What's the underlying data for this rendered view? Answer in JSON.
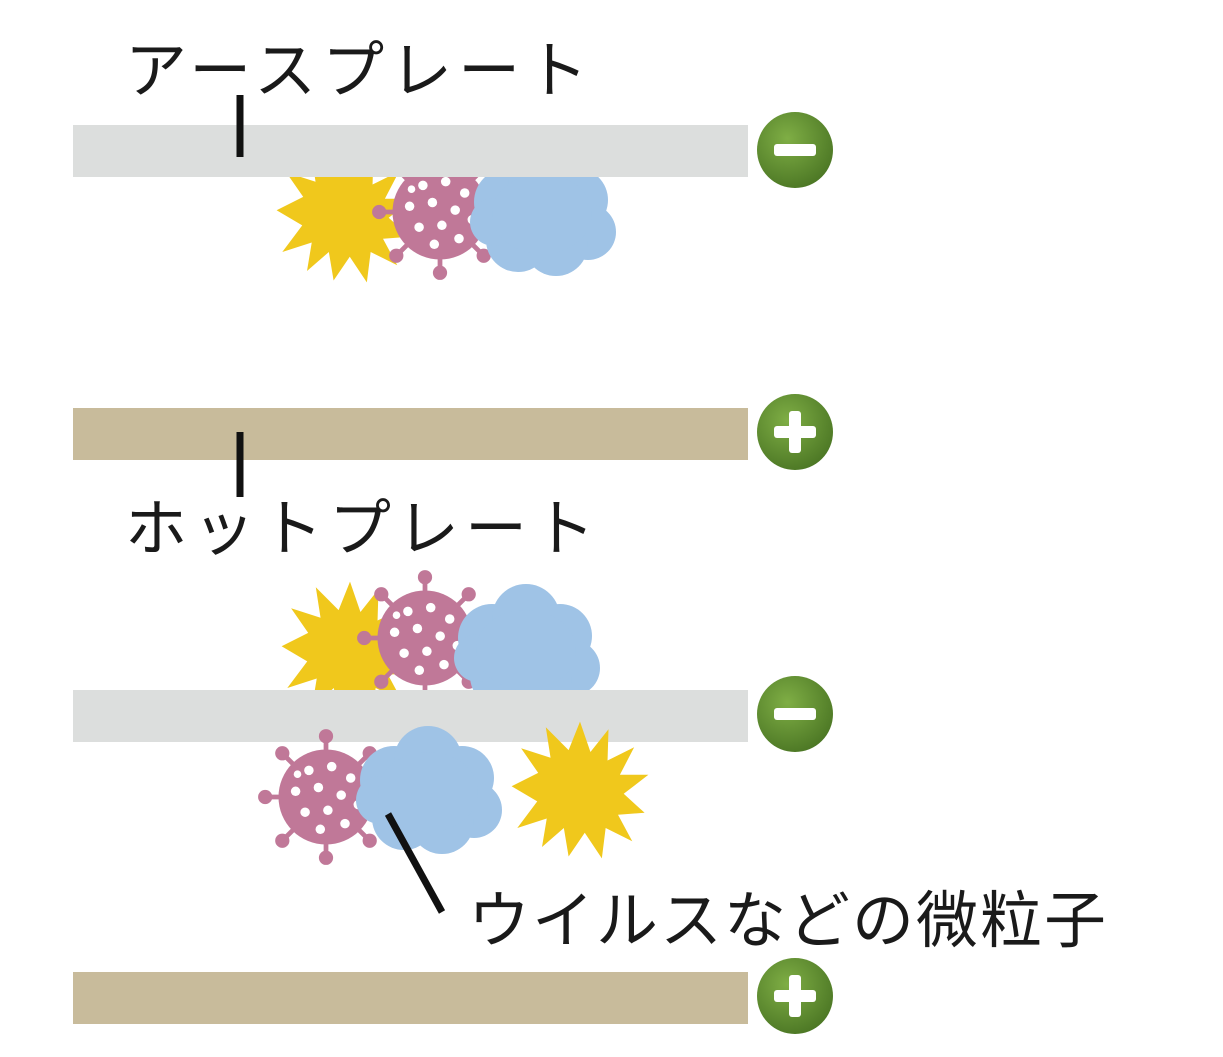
{
  "labels": {
    "earth_plate": "アースプレート",
    "hot_plate": "ホットプレート",
    "particles": "ウイルスなどの微粒子"
  },
  "terminals": {
    "minus": "−",
    "plus": "+"
  },
  "colors": {
    "earth_plate": "#dcdedd",
    "hot_plate": "#c8bb9b",
    "terminal": "#5b8a2e",
    "pollen": "#f0c81c",
    "virus": "#c07898",
    "dust": "#9fc3e6",
    "text": "#1a1a1a"
  },
  "icons": {
    "pollen": "pollen-icon",
    "virus": "virus-icon",
    "dust": "dust-cloud-icon",
    "minus": "minus-terminal-icon",
    "plus": "plus-terminal-icon"
  }
}
